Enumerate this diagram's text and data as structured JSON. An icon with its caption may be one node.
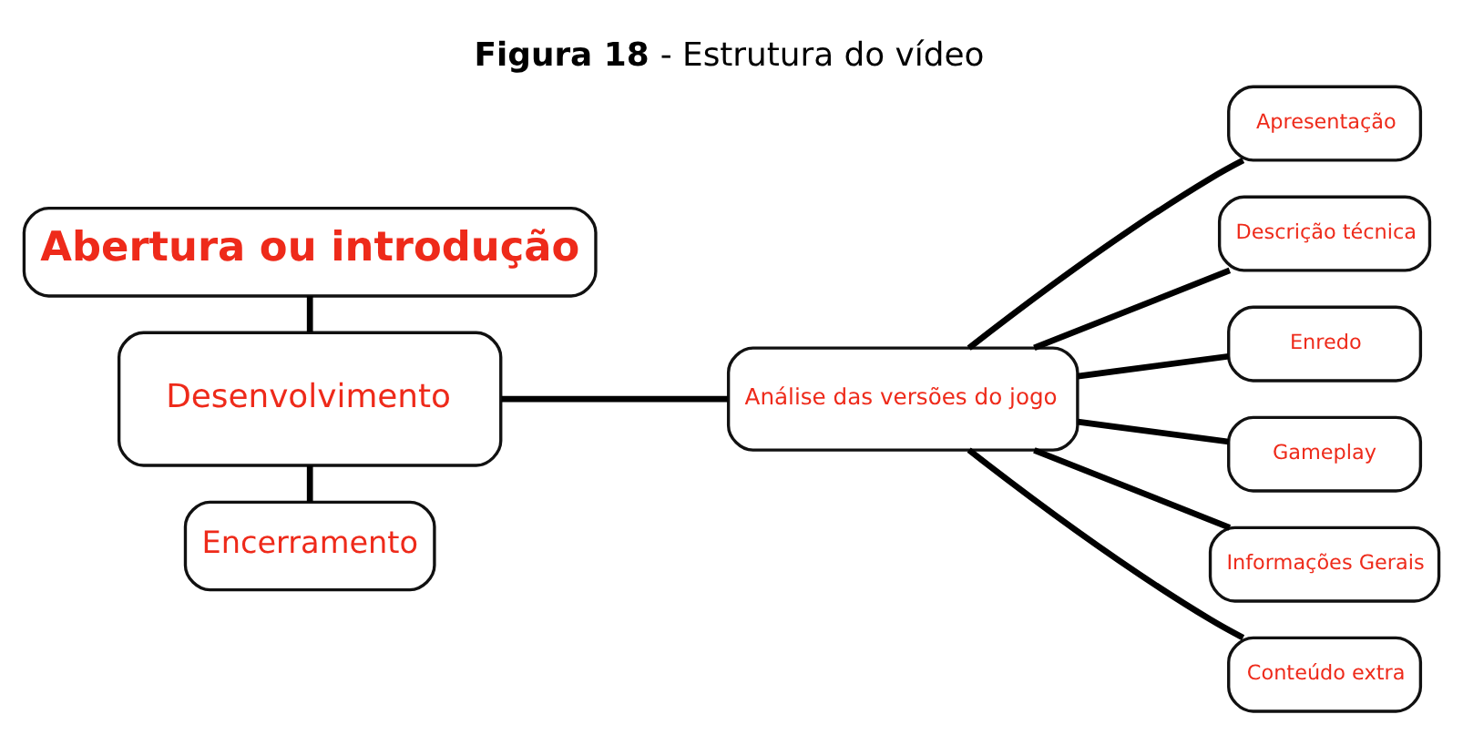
{
  "diagram": {
    "title": "**Figura 18** - Estrutura do vídeo",
    "nodes": [
      {
        "text": [
          "Abertura ou introdução"
        ]
      },
      {
        "text": [
          "Desenvolvimento"
        ]
      },
      {
        "text": [
          "Encerramento"
        ]
      },
      {
        "text": [
          "Análise das versões do jogo"
        ]
      },
      {
        "text": [
          "Apresentação"
        ]
      },
      {
        "text": [
          "Descrição técnica"
        ]
      },
      {
        "text": [
          "Enredo"
        ]
      },
      {
        "text": [
          "Gameplay"
        ]
      },
      {
        "text": [
          "Informações Gerais"
        ]
      },
      {
        "text": [
          "Conteúdo extra"
        ]
      }
    ],
    "edges": [
      {
        "from": 0,
        "to": 1,
        "arrow": "none"
      },
      {
        "from": 1,
        "to": 2,
        "arrow": "none"
      },
      {
        "from": 1,
        "to": 3,
        "arrow": "none"
      },
      {
        "from": 3,
        "to": 4,
        "arrow": "none"
      },
      {
        "from": 3,
        "to": 5,
        "arrow": "none"
      },
      {
        "from": 3,
        "to": 6,
        "arrow": "none"
      },
      {
        "from": 3,
        "to": 7,
        "arrow": "none"
      },
      {
        "from": 3,
        "to": 8,
        "arrow": "none"
      },
      {
        "from": 3,
        "to": 9,
        "arrow": "none"
      }
    ]
  }
}
